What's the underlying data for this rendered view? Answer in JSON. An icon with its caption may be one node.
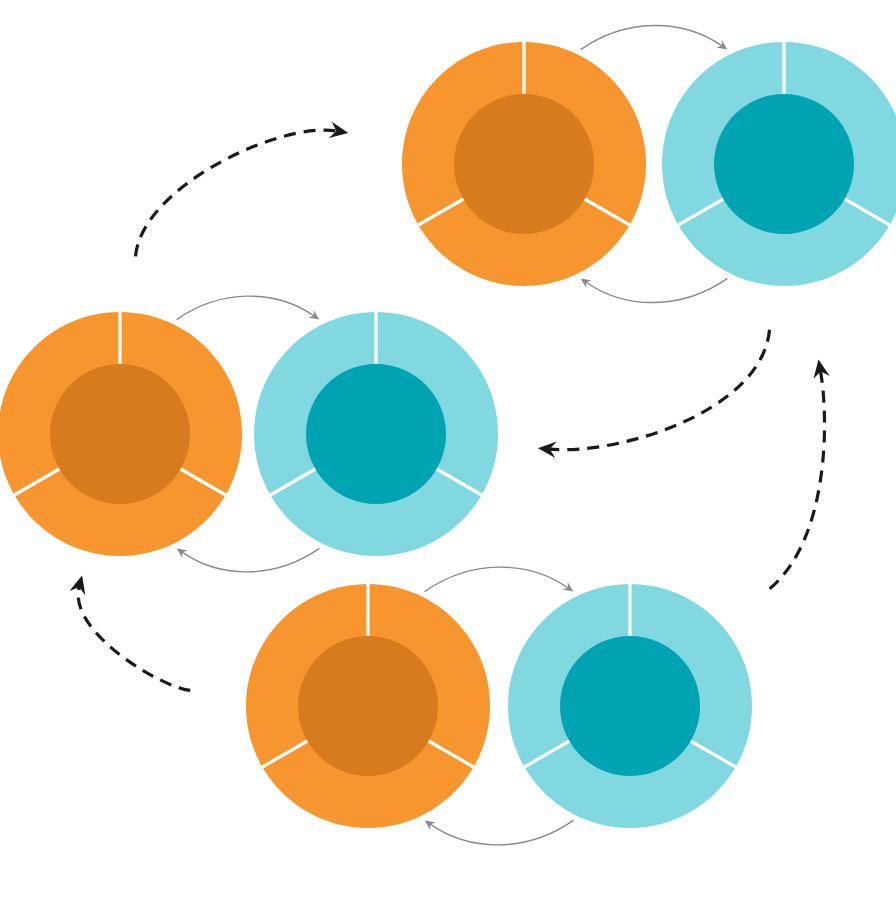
{
  "diagram": {
    "nodes": [
      {
        "text": [],
        "shape": "circle"
      },
      {
        "text": [],
        "shape": "circle"
      },
      {
        "text": [],
        "shape": "circle"
      },
      {
        "text": [],
        "shape": "circle"
      },
      {
        "text": [],
        "shape": "circle"
      },
      {
        "text": [],
        "shape": "circle"
      }
    ],
    "edges": [
      {
        "from": 0,
        "to": 1,
        "arrow": "to"
      },
      {
        "from": 1,
        "to": 0,
        "arrow": "to"
      },
      {
        "from": 2,
        "to": 3,
        "arrow": "to"
      },
      {
        "from": 3,
        "to": 2,
        "arrow": "to"
      },
      {
        "from": 4,
        "to": 5,
        "arrow": "to"
      },
      {
        "from": 5,
        "to": 4,
        "arrow": "to"
      },
      {
        "from": 2,
        "to": 0,
        "arrow": "to",
        "style": "dashed",
        "color": "#1a1a1a"
      },
      {
        "from": 1,
        "to": 3,
        "arrow": "to",
        "style": "dashed",
        "color": "#1a1a1a"
      },
      {
        "from": 5,
        "to": 1,
        "arrow": "to",
        "style": "dashed",
        "color": "#1a1a1a"
      },
      {
        "from": 4,
        "to": 2,
        "arrow": "to",
        "style": "dashed",
        "color": "#1a1a1a"
      }
    ]
  }
}
